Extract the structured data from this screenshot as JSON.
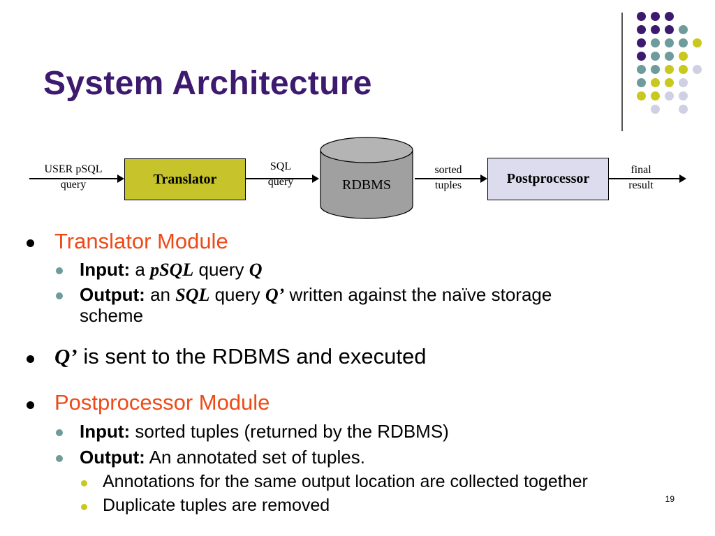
{
  "title": "System Architecture",
  "colors": {
    "title": "#3d1a6e",
    "accent_red": "#ee4a17",
    "translator_fill": "#c6c42a",
    "postprocessor_fill": "#dcdcee",
    "rdbms_fill": "#a0a0a0",
    "dot_purple": "#3d1a6e",
    "dot_teal": "#6e9b9b",
    "dot_yellow": "#c8c81e",
    "dot_lavender": "#d0d0e4"
  },
  "diagram": {
    "input_label_1": "USER pSQL",
    "input_label_2": "query",
    "translator": "Translator",
    "sql_label_1": "SQL",
    "sql_label_2": "query",
    "rdbms": "RDBMS",
    "sorted_label_1": "sorted",
    "sorted_label_2": "tuples",
    "postprocessor": "Postprocessor",
    "final_label_1": "final",
    "final_label_2": "result"
  },
  "bullets": {
    "translator_heading": "Translator Module",
    "t_input_label": "Input:",
    "t_input_a": "a",
    "t_input_psql": "pSQL",
    "t_input_query": "query",
    "t_input_q": "Q",
    "t_output_label": "Output:",
    "t_output_an": "an",
    "t_output_sql": "SQL",
    "t_output_query": "query",
    "t_output_q": "Q’",
    "t_output_rest": "written against the naïve storage",
    "t_output_cont": "scheme",
    "q_sent_q": "Q’",
    "q_sent_rest": "is sent to the RDBMS and executed",
    "post_heading": "Postprocessor Module",
    "p_input_label": "Input:",
    "p_input_rest": "sorted tuples (returned by the RDBMS)",
    "p_output_label": "Output:",
    "p_output_rest": "An annotated set of tuples.",
    "sub1": "Annotations for the same output location are collected together",
    "sub2": "Duplicate tuples are removed"
  },
  "slide_number": "19"
}
